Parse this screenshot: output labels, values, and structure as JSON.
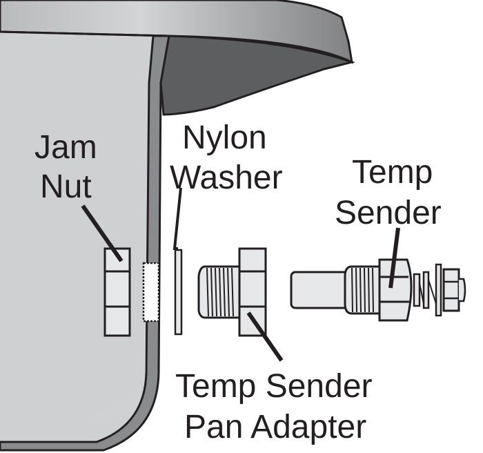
{
  "diagram": {
    "labels": {
      "jam_nut": [
        "Jam",
        "Nut"
      ],
      "nylon_washer": [
        "Nylon",
        "Washer"
      ],
      "temp_sender": [
        "Temp",
        "Sender"
      ],
      "pan_adapter": [
        "Temp Sender",
        "Pan Adapter"
      ]
    },
    "colors": {
      "pan_light": "#cfd0d2",
      "pan_wall": "#8a8b8d",
      "pan_inner_dark": "#5d5e60",
      "part_fill": "#e6e7e8",
      "outline": "#231f20"
    }
  }
}
